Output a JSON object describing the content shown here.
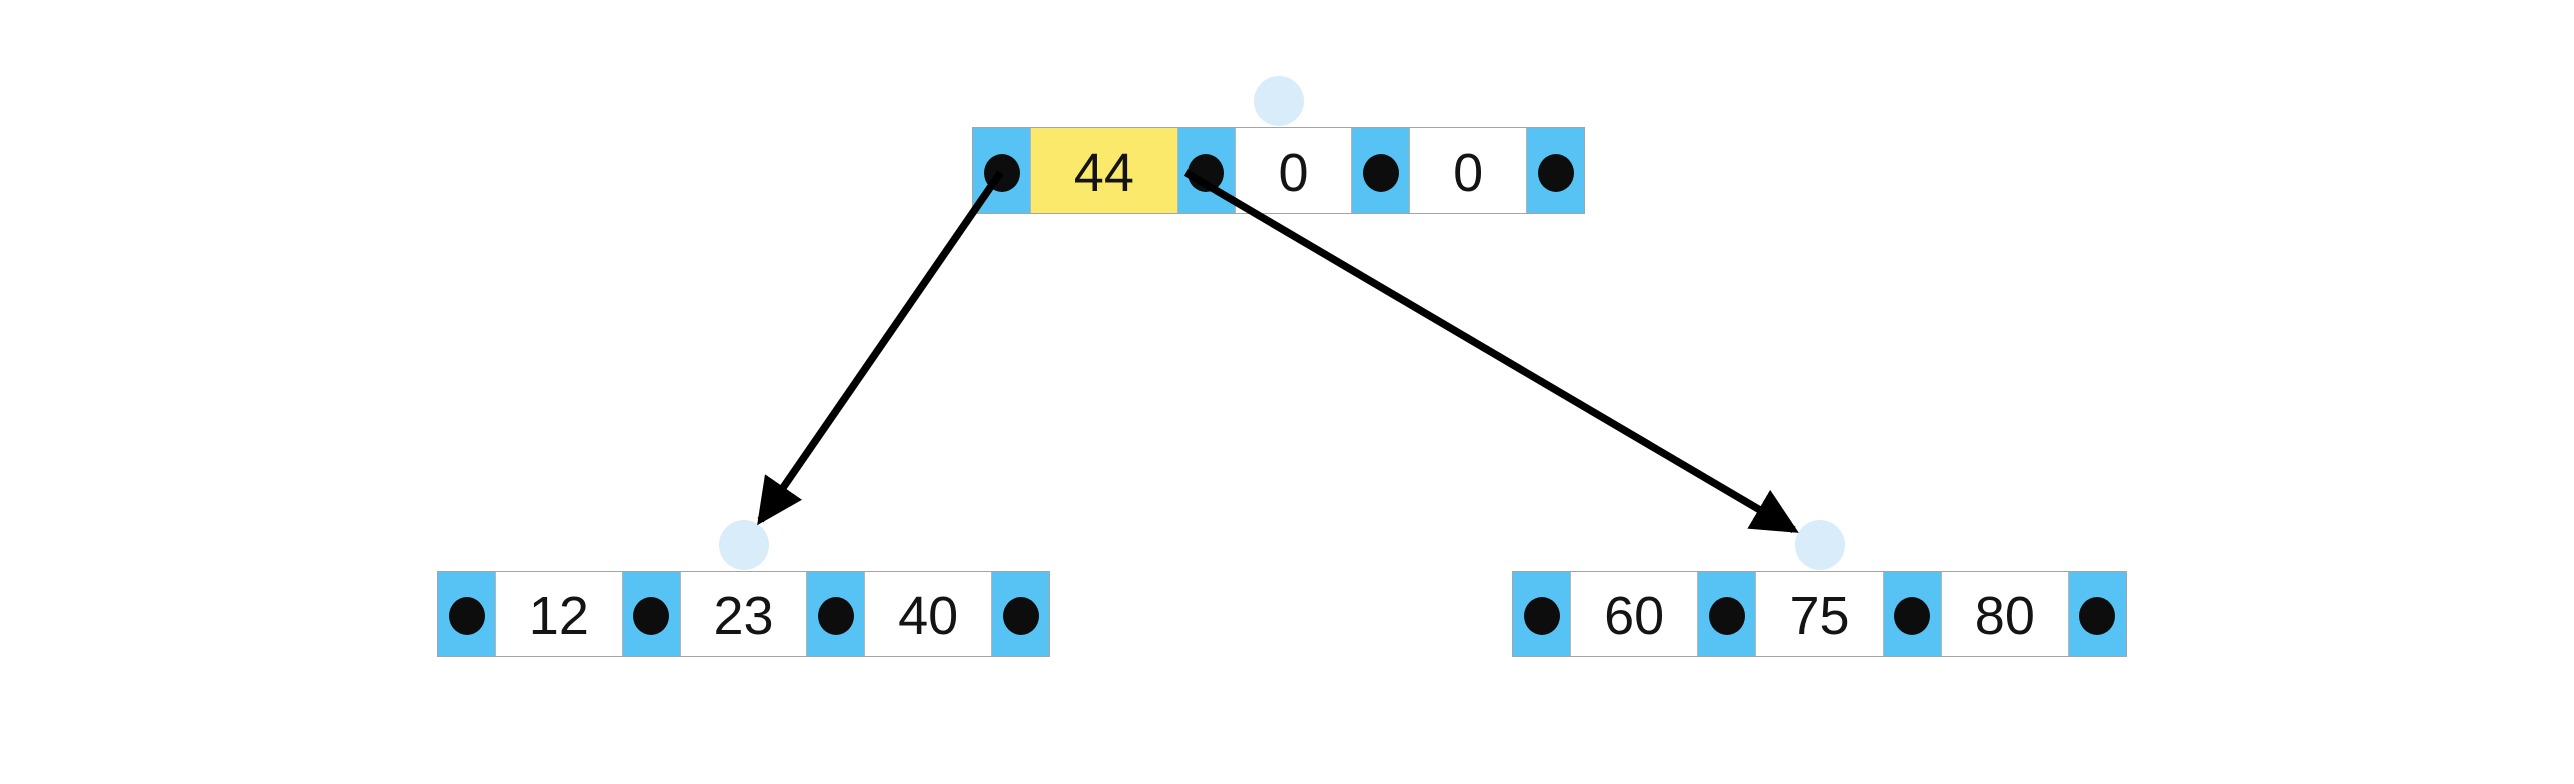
{
  "diagram": {
    "kind": "b-tree",
    "nodes": [
      {
        "id": "root-node",
        "keys": [
          {
            "text": "44",
            "highlight": true
          },
          {
            "text": "0",
            "highlight": false
          },
          {
            "text": "0",
            "highlight": false
          }
        ],
        "cursor": true
      },
      {
        "id": "left-child-node",
        "keys": [
          {
            "text": "12",
            "highlight": false
          },
          {
            "text": "23",
            "highlight": false
          },
          {
            "text": "40",
            "highlight": false
          }
        ],
        "cursor": true
      },
      {
        "id": "right-child-node",
        "keys": [
          {
            "text": "60",
            "highlight": false
          },
          {
            "text": "75",
            "highlight": false
          },
          {
            "text": "80",
            "highlight": false
          }
        ],
        "cursor": true
      }
    ],
    "edges": [
      {
        "from_node": "root-node",
        "from_pointer": 0,
        "to_node": "left-child-node"
      },
      {
        "from_node": "root-node",
        "from_pointer": 1,
        "to_node": "right-child-node"
      }
    ],
    "colors": {
      "pointer_cell": "#56C3F4",
      "value_cell": "#FFFFFF",
      "highlighted_key_cell": "#FAE96A",
      "pointer_dot": "#0D0D0D",
      "cursor_circle": "#D8ECFA",
      "arrow": "#000000",
      "node_border": "#A5A5A5",
      "key_text": "#141414"
    }
  }
}
